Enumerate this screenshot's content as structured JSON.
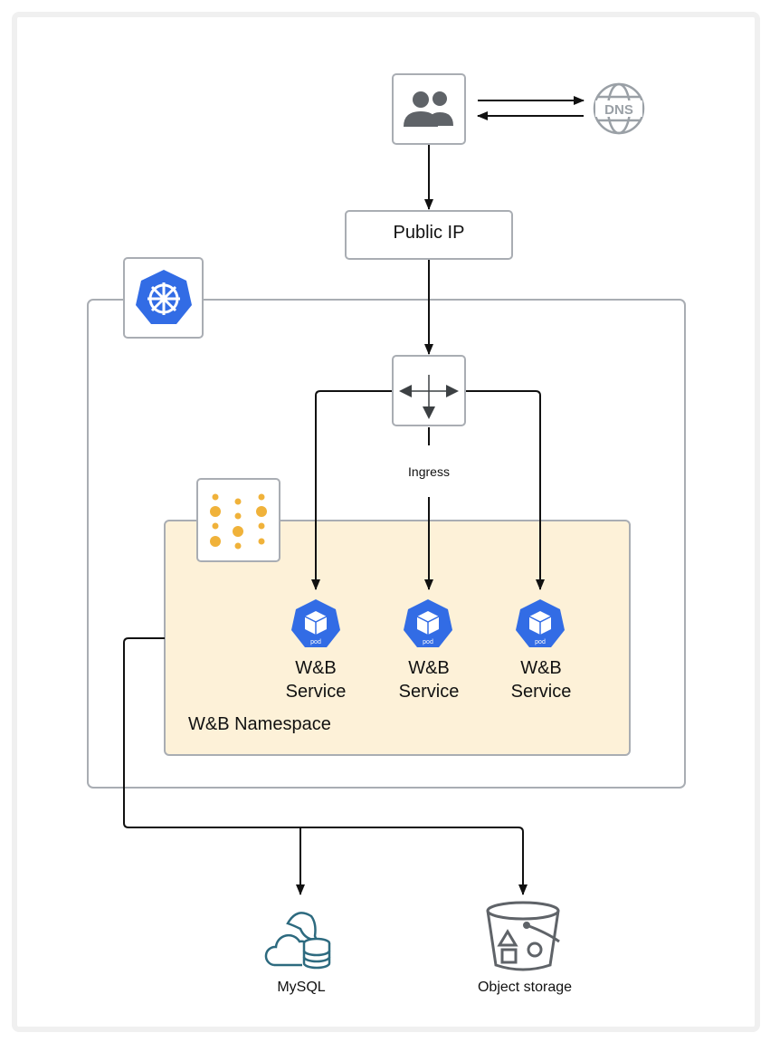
{
  "diagram": {
    "public_ip_label": "Public IP",
    "ingress_label": "Ingress",
    "namespace_label": "W&B Namespace",
    "dns_icon_text": "DNS",
    "pod_icon_text": "pod",
    "services": [
      {
        "line1": "W&B",
        "line2": "Service"
      },
      {
        "line1": "W&B",
        "line2": "Service"
      },
      {
        "line1": "W&B",
        "line2": "Service"
      }
    ],
    "mysql_label": "MySQL",
    "object_storage_label": "Object storage",
    "icons": [
      "users-icon",
      "dns-globe-icon",
      "kubernetes-icon",
      "load-balancer-icon",
      "wandb-logo-icon",
      "pod-icon",
      "mysql-icon",
      "object-storage-icon"
    ]
  },
  "colors": {
    "k8s_blue": "#326ce5",
    "namespace_fill": "#fdf1d8",
    "wandb_dot": "#f0b23a",
    "box_border": "#a9adb3",
    "mysql_teal": "#2d6a7f",
    "icon_gray": "#5f6368"
  }
}
